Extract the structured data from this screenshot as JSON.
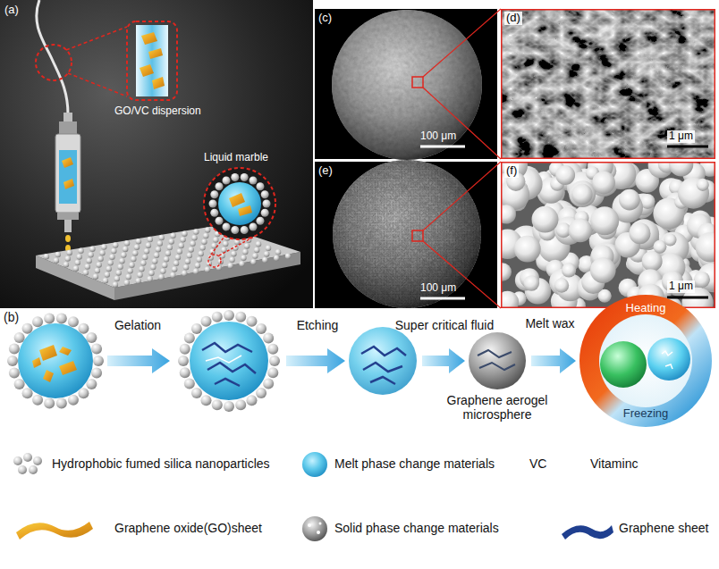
{
  "diagram": {
    "nodes": [
      {
        "text": [
          "(a)",
          "GO/VC dispersion",
          "Liquid marble"
        ]
      },
      {
        "text": [
          "(c)",
          "100 μm"
        ]
      },
      {
        "text": [
          "(d)",
          "1 μm"
        ]
      },
      {
        "text": [
          "(e)",
          "100 μm"
        ]
      },
      {
        "text": [
          "(f)",
          "1 μm"
        ]
      }
    ],
    "labels": [
      "(b)",
      "Gelation",
      "Etching",
      "Super critical fluid",
      "Graphene aerogel microsphere",
      "Melt wax",
      "Heating",
      "Freezing",
      "VC",
      "Vitaminc"
    ],
    "legend": [
      {
        "text": "Hydrophobic fumed silica nanoparticles"
      },
      {
        "text": "Melt phase change materials"
      },
      {
        "text": "Graphene oxide(GO)sheet"
      },
      {
        "text": "Solid phase change materials"
      },
      {
        "text": "Graphene sheet"
      }
    ]
  }
}
